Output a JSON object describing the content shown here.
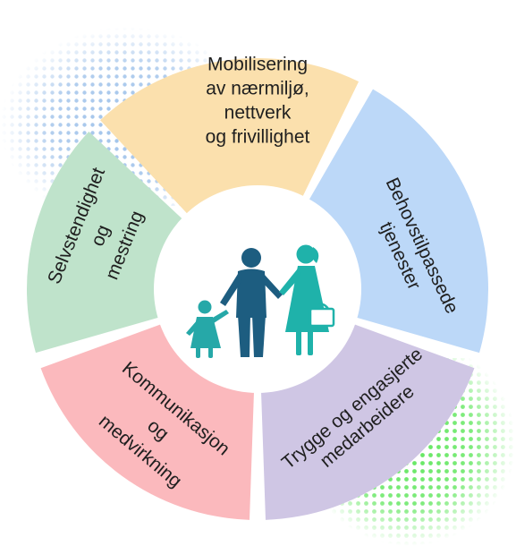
{
  "segments": [
    {
      "id": "mobilisering",
      "lines": [
        "Mobilisering",
        "av nærmiljø,",
        "nettverk",
        "og frivillighet"
      ],
      "color": "#fbe0ad"
    },
    {
      "id": "behovstilpassede",
      "lines": [
        "Behovstilpassede",
        "tjenester"
      ],
      "color": "#bcd8f8"
    },
    {
      "id": "trygge",
      "lines": [
        "Trygge og engasjerte",
        "medarbeidere"
      ],
      "color": "#cfc6e4"
    },
    {
      "id": "kommunikasjon",
      "lines": [
        "Kommunikasjon",
        "og",
        "medvirkning"
      ],
      "color": "#fbb9bd"
    },
    {
      "id": "selvstendighet",
      "lines": [
        "Selvstendighet",
        "og",
        "mestring"
      ],
      "color": "#bfe3cb"
    }
  ],
  "colors": {
    "dots_top": "#9fc2ea",
    "dots_bottom": "#5fe65c",
    "family_child": "#26a8a8",
    "family_father": "#1d5d80",
    "family_mother": "#1fb2aa"
  },
  "center_icon": "family-icon"
}
